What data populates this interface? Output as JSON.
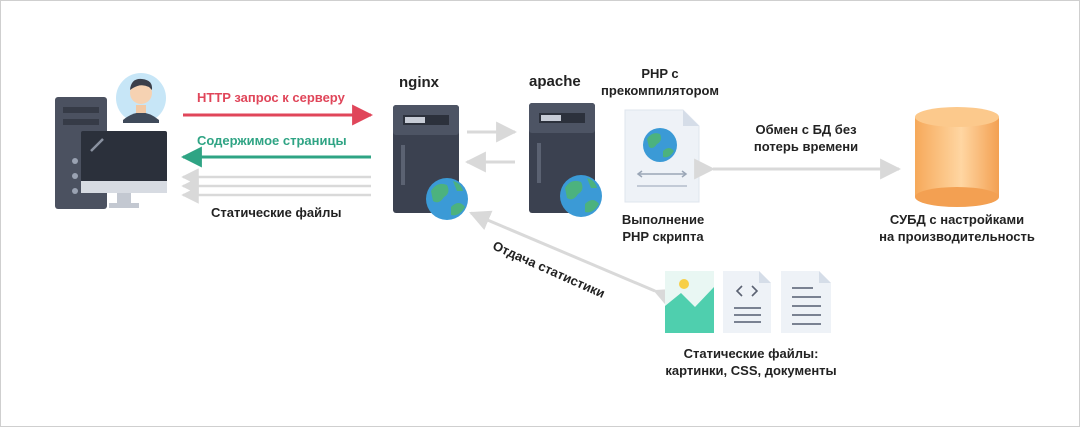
{
  "labels": {
    "nginx": "nginx",
    "apache": "apache",
    "php_title_line1": "PHP с",
    "php_title_line2": "прекомпилятором",
    "http_request": "HTTP запрос к серверу",
    "page_content": "Содержимое страницы",
    "static_files": "Статические файлы",
    "php_exec_line1": "Выполнение",
    "php_exec_line2": "PHP скрипта",
    "db_exchange_line1": "Обмен с БД без",
    "db_exchange_line2": "потерь времени",
    "dbms_line1": "СУБД с настройками",
    "dbms_line2": "на производительность",
    "static_delivery": "Отдача статистики",
    "static_types_line1": "Статические файлы:",
    "static_types_line2": "картинки, CSS, документы"
  },
  "colors": {
    "request_arrow": "#e0465a",
    "response_arrow": "#2fa484",
    "neutral_arrow": "#d9d9d9",
    "server_body": "#3b4150",
    "globe_ocean": "#3b9ad6",
    "globe_land": "#4cb27e",
    "db_cylinder": "#f7b36a",
    "image_tile": "#4fcfae"
  },
  "icons": {
    "client": "computer-user-icon",
    "nginx": "server-globe-icon",
    "apache": "server-globe-icon",
    "php": "php-document-icon",
    "db": "database-cylinder-icon",
    "static": [
      "image-file-icon",
      "code-file-icon",
      "text-file-icon"
    ]
  }
}
